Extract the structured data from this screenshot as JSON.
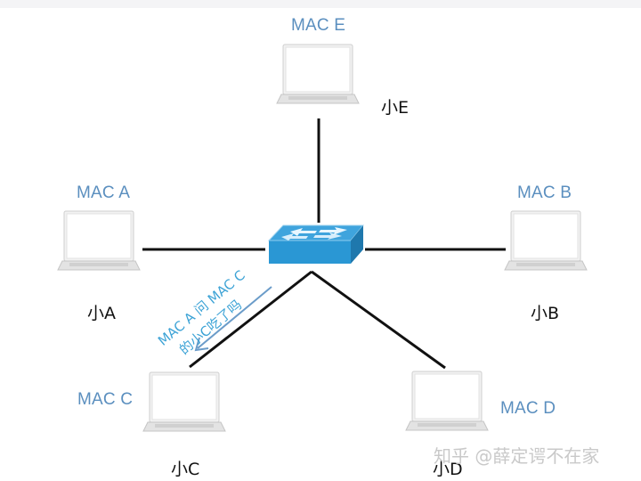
{
  "diagram": {
    "type": "network-topology-star",
    "center": {
      "icon": "network-switch-icon",
      "color": "#2f9ed6"
    },
    "nodes": [
      {
        "id": "E",
        "mac_label": "MAC E",
        "name_label": "小E"
      },
      {
        "id": "A",
        "mac_label": "MAC A",
        "name_label": "小A"
      },
      {
        "id": "B",
        "mac_label": "MAC B",
        "name_label": "小B"
      },
      {
        "id": "C",
        "mac_label": "MAC C",
        "name_label": "小C"
      },
      {
        "id": "D",
        "mac_label": "MAC D",
        "name_label": "小D"
      }
    ],
    "annotation": {
      "line1": "MAC A 问 MAC C",
      "line2": "的小C吃了吗",
      "arrow_color": "#6b9cc9",
      "text_color": "#3da3d6"
    },
    "colors": {
      "mac_label": "#5b8fbf",
      "link": "#111111"
    }
  },
  "watermark": "知乎 @薛定谔不在家"
}
